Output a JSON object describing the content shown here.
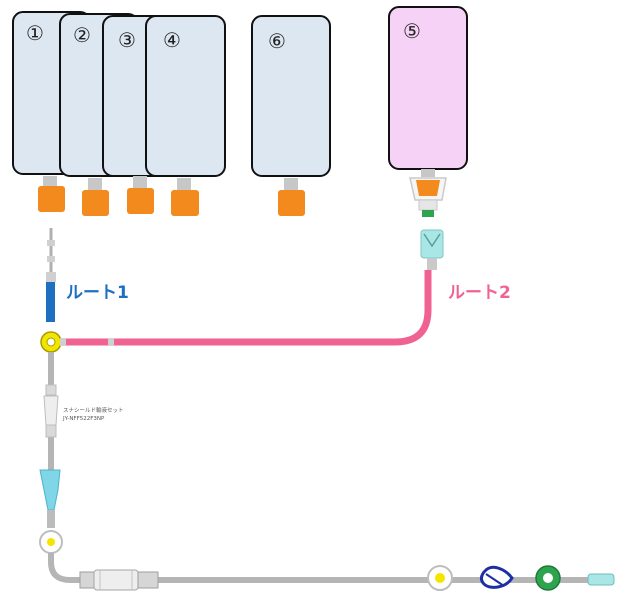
{
  "bags": [
    {
      "number": "①",
      "color": "#dce7f2"
    },
    {
      "number": "②",
      "color": "#dce7f2"
    },
    {
      "number": "③",
      "color": "#dce7f2"
    },
    {
      "number": "④",
      "color": "#dce7f2"
    },
    {
      "number": "⑥",
      "color": "#dce7f2"
    },
    {
      "number": "⑤",
      "color": "#f7d2f7"
    }
  ],
  "routes": [
    {
      "label": "ルート1",
      "color": "#1f6fc0"
    },
    {
      "label": "ルート2",
      "color": "#f06292"
    }
  ],
  "set_label": {
    "line1": "スナシールド輸液セット",
    "line2": "JY-NFF522F3NP"
  },
  "colors": {
    "line_grey": "#b5b5b5",
    "connector_orange": "#f28a1e",
    "bag_outline": "#111111",
    "check_valve_green": "#2ea44f",
    "clamp_blue": "#1d2fa3"
  }
}
